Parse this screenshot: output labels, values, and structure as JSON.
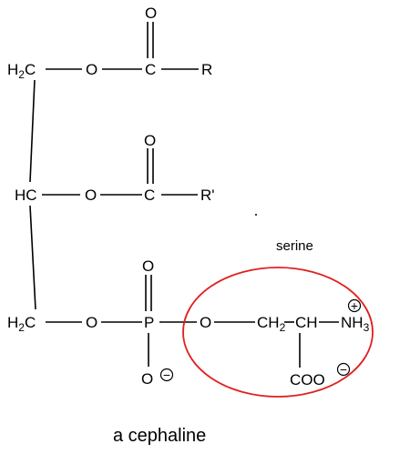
{
  "caption": "a cephaline",
  "group_label": "serine",
  "highlight_color": "#e02020",
  "atoms": {
    "ch2_top": "H",
    "ch2_top_sub": "2",
    "ch2_top_c": "C",
    "o_ester1": "O",
    "c_carbonyl1": "C",
    "o_carbonyl1": "O",
    "r1": "R",
    "ch_mid": "HC",
    "o_ester2": "O",
    "c_carbonyl2": "C",
    "o_carbonyl2": "O",
    "r2": "R'",
    "ch2_bot": "H",
    "ch2_bot_sub": "2",
    "ch2_bot_c": "C",
    "o_phos1": "O",
    "p": "P",
    "o_phos_top": "O",
    "o_phos_minus": "O",
    "o_phos2": "O",
    "ch2_ser": "CH",
    "ch2_ser_sub": "2",
    "ch_ser": "CH",
    "nh3": "NH",
    "nh3_sub": "3",
    "coo": "COO"
  },
  "charges": {
    "positive": "+",
    "negative": "−"
  }
}
